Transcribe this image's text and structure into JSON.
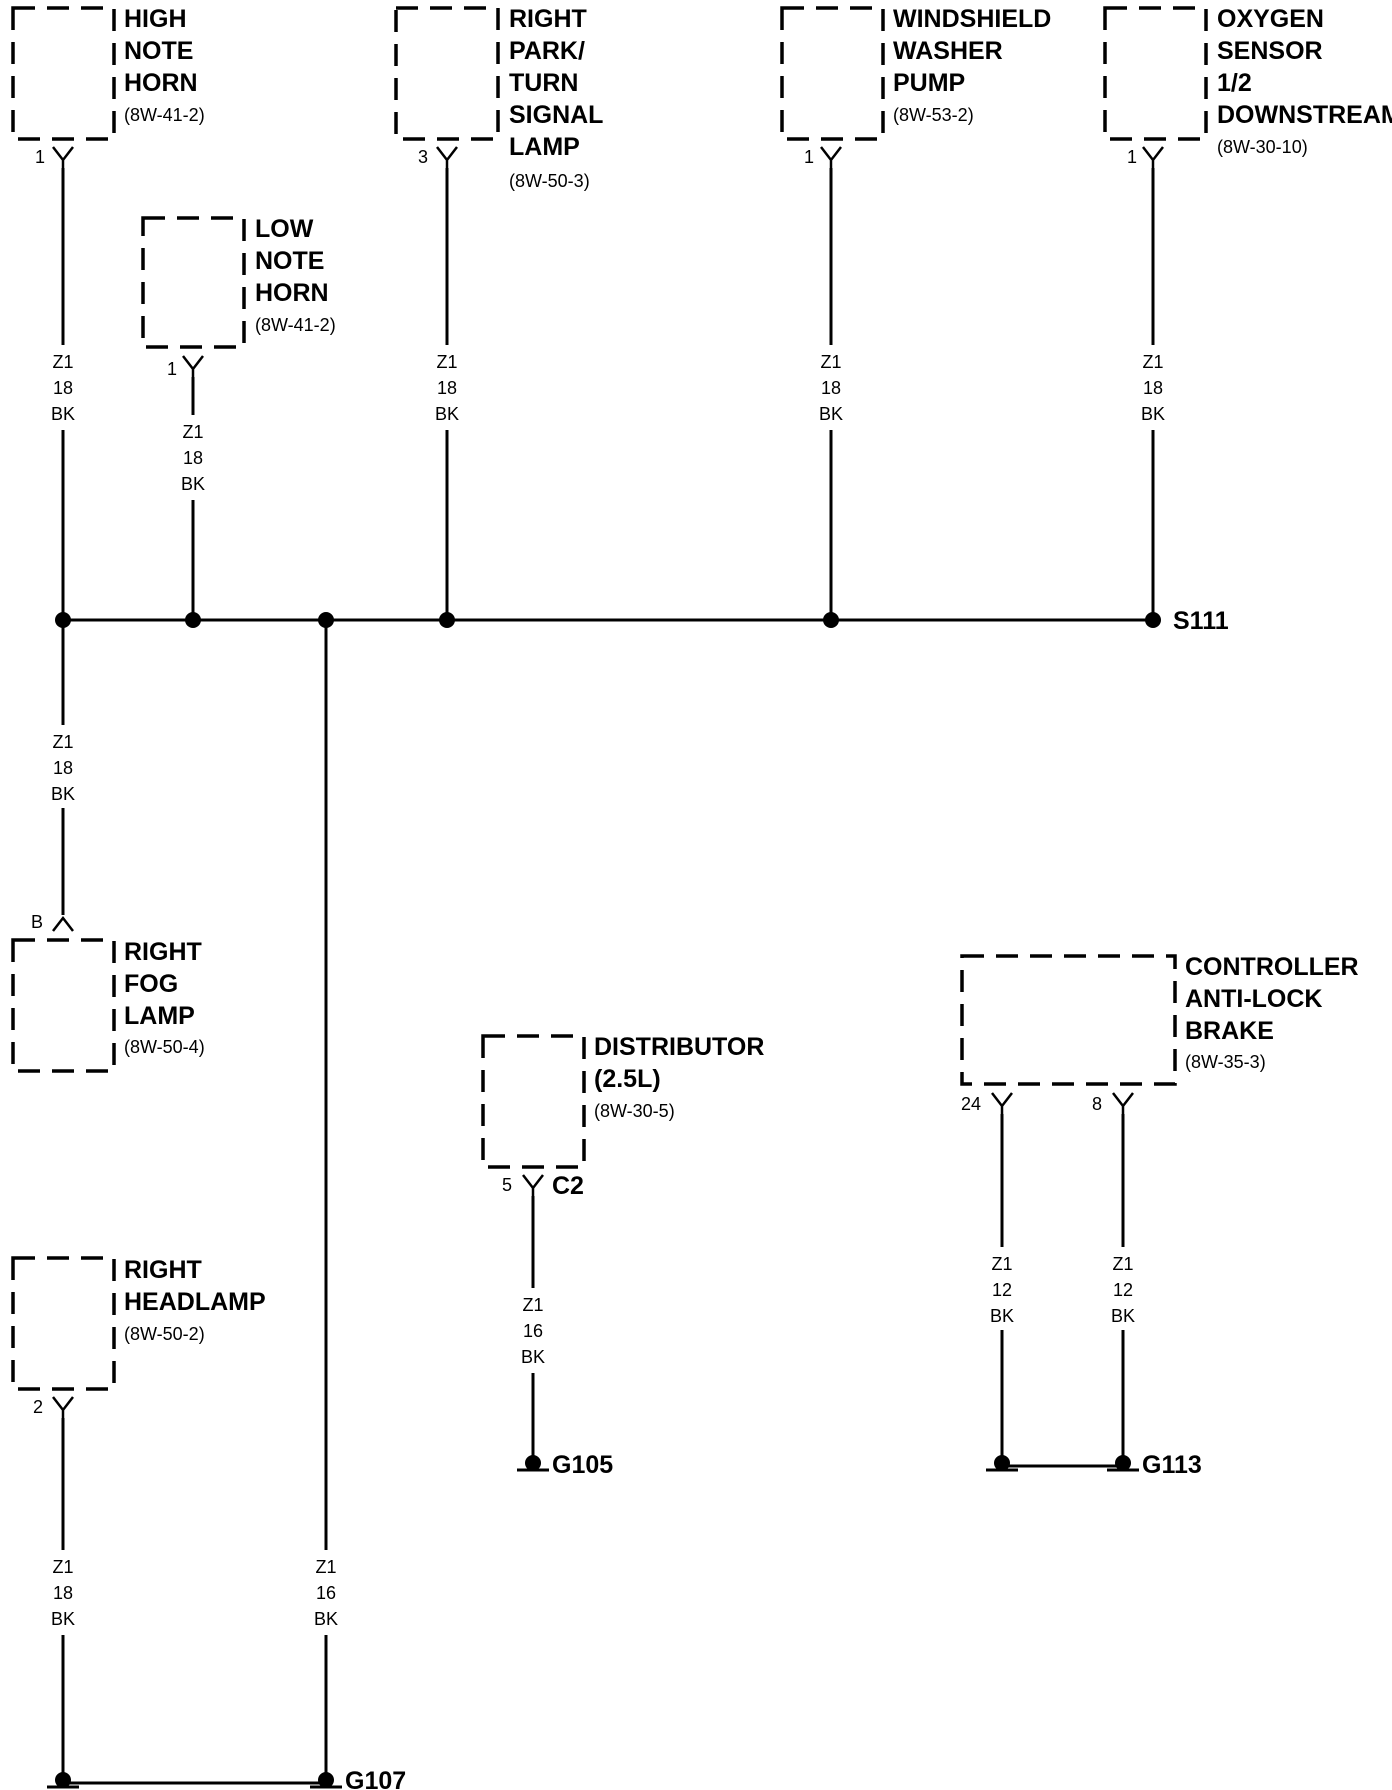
{
  "components": {
    "high_note_horn": {
      "name": [
        "HIGH",
        "NOTE",
        "HORN"
      ],
      "ref": "(8W-41-2)",
      "pin": "1"
    },
    "low_note_horn": {
      "name": [
        "LOW",
        "NOTE",
        "HORN"
      ],
      "ref": "(8W-41-2)",
      "pin": "1"
    },
    "right_park_turn_lamp": {
      "name": [
        "RIGHT",
        "PARK/",
        "TURN",
        "SIGNAL",
        "LAMP"
      ],
      "ref": "(8W-50-3)",
      "pin": "3"
    },
    "windshield_washer_pump": {
      "name": [
        "WINDSHIELD",
        "WASHER",
        "PUMP"
      ],
      "ref": "(8W-53-2)",
      "pin": "1"
    },
    "oxygen_sensor": {
      "name": [
        "OXYGEN",
        "SENSOR",
        "1/2",
        "DOWNSTREAM"
      ],
      "ref": "(8W-30-10)",
      "pin": "1"
    },
    "right_fog_lamp": {
      "name": [
        "RIGHT",
        "FOG",
        "LAMP"
      ],
      "ref": "(8W-50-4)",
      "pin": "B"
    },
    "right_headlamp": {
      "name": [
        "RIGHT",
        "HEADLAMP"
      ],
      "ref": "(8W-50-2)",
      "pin": "2"
    },
    "distributor": {
      "name": [
        "DISTRIBUTOR",
        "(2.5L)"
      ],
      "ref": "(8W-30-5)",
      "pin": "5",
      "connector": "C2"
    },
    "abs_controller": {
      "name": [
        "CONTROLLER",
        "ANTI-LOCK",
        "BRAKE"
      ],
      "ref": "(8W-35-3)",
      "pin_a": "24",
      "pin_b": "8"
    }
  },
  "wires": {
    "high_horn": [
      "Z1",
      "18",
      "BK"
    ],
    "low_horn": [
      "Z1",
      "18",
      "BK"
    ],
    "park_lamp": [
      "Z1",
      "18",
      "BK"
    ],
    "washer_pump": [
      "Z1",
      "18",
      "BK"
    ],
    "oxygen_sensor": [
      "Z1",
      "18",
      "BK"
    ],
    "fog_lamp": [
      "Z1",
      "18",
      "BK"
    ],
    "headlamp": [
      "Z1",
      "18",
      "BK"
    ],
    "to_g107": [
      "Z1",
      "16",
      "BK"
    ],
    "distributor": [
      "Z1",
      "16",
      "BK"
    ],
    "abs_pin24": [
      "Z1",
      "12",
      "BK"
    ],
    "abs_pin8": [
      "Z1",
      "12",
      "BK"
    ]
  },
  "nodes": {
    "splice": "S111",
    "ground_g107": "G107",
    "ground_g105": "G105",
    "ground_g113": "G113"
  }
}
